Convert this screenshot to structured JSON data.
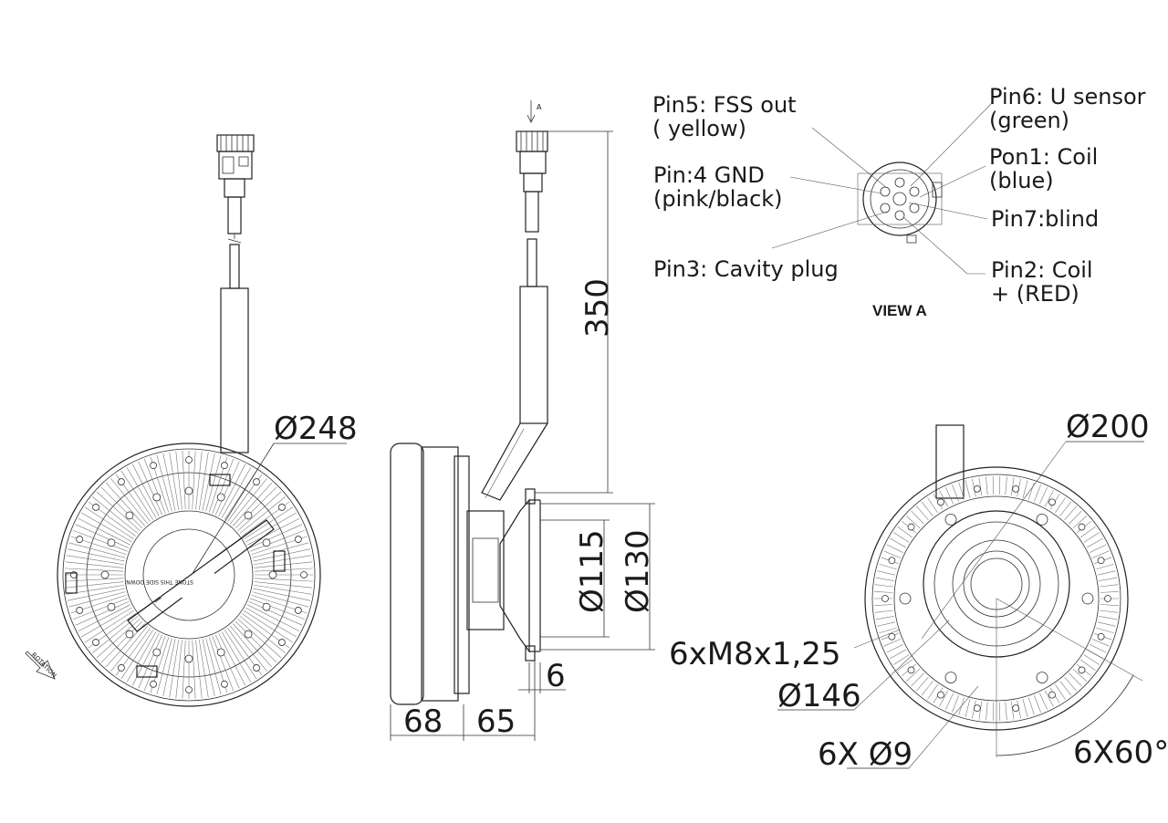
{
  "dimensions": {
    "d248": "Ø248",
    "d115": "Ø115",
    "d130": "Ø130",
    "len350": "350",
    "w68": "68",
    "w65": "65",
    "t6": "6",
    "thread": "6xM8x1,25",
    "d146": "Ø146",
    "d200": "Ø200",
    "holes": "6X Ø9",
    "angle": "6X60°"
  },
  "pins": {
    "pin5_line1": "Pin5: FSS out",
    "pin5_line2": "( yellow)",
    "pin6_line1": "Pin6: U sensor",
    "pin6_line2": "(green)",
    "pin4_line1": "Pin:4 GND",
    "pin4_line2": "(pink/black)",
    "pin1_line1": "Pon1: Coil",
    "pin1_line2": "(blue)",
    "pin7": "Pin7:blind",
    "pin3": "Pin3: Cavity plug",
    "pin2_line1": "Pin2: Coil",
    "pin2_line2": "+ (RED)",
    "view_label": "VIEW A",
    "arrow_label": "A"
  },
  "annotations": {
    "rotation": "ROTATION",
    "stone_side": "STONE THIS SIDE DOWN"
  }
}
